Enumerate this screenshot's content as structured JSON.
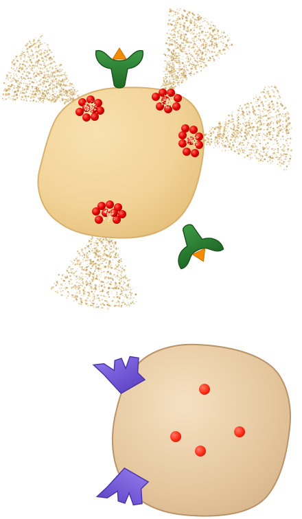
{
  "figure": {
    "background_color": "#ffffff",
    "top_cell": {
      "state": "activated",
      "body_fill": "#F2D49A",
      "body_stroke": "#D7B06E",
      "receptor_color": "#2E7D32",
      "ligand_color": "#F28C00",
      "granule_color": "#D50000",
      "release_color": "#D5B67A",
      "granule_clusters": 4,
      "bound_receptors": 2
    },
    "bottom_cell": {
      "state": "resting",
      "body_fill": "#E8C99C",
      "body_stroke": "#B99368",
      "receptor_color": "#7B61D8",
      "dot_color": "#FF2B14",
      "receptor_count": 2,
      "dot_count": 4
    }
  }
}
